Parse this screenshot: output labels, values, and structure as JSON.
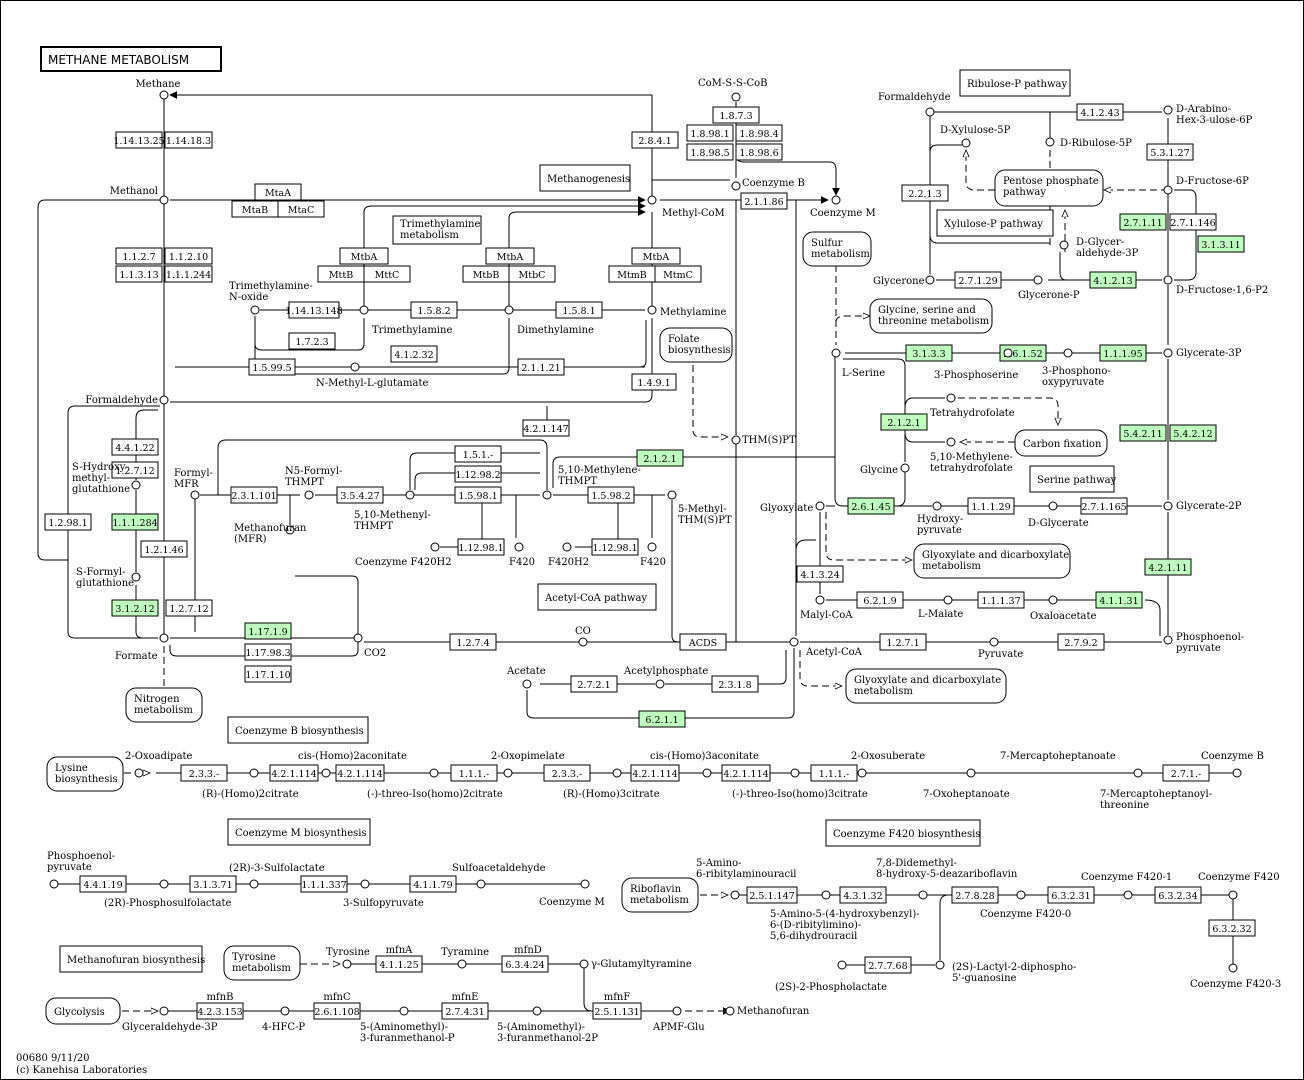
{
  "title": "METHANE METABOLISM",
  "footer": {
    "id_date": "00680 9/11/20",
    "copyright": "(c) Kanehisa Laboratories"
  },
  "colors": {
    "highlight": "#bfffbf",
    "plain": "#ffffff",
    "line": "#000000"
  },
  "section_labels": [
    "Methanogenesis",
    "Trimethylamine metabolism",
    "Ribulose-P pathway",
    "Xylulose-P pathway",
    "Serine pathway",
    "Acetyl-CoA pathway",
    "Coenzyme B biosynthesis",
    "Coenzyme M biosynthesis",
    "Coenzyme F420 biosynthesis",
    "Methanofuran biosynthesis"
  ],
  "maps": [
    "Folate biosynthesis",
    "Sulfur metabolism",
    "Pentose phosphate pathway",
    "Glycine, serine and threonine metabolism",
    "Carbon fixation",
    "Glyoxylate and dicarboxylate metabolism",
    "Glyoxylate and dicarboxylate metabolism",
    "Nitrogen metabolism",
    "Lysine biosynthesis",
    "Riboflavin metabolism",
    "Tyrosine metabolism",
    "Glycolysis"
  ],
  "compounds": [
    "Methane",
    "Methanol",
    "Formaldehyde",
    "S-Hydroxy-methyl-glutathione",
    "S-Formyl-glutathione",
    "Formate",
    "CO2",
    "Formyl-MFR",
    "Methanofuran (MFR)",
    "N5-Formyl-THMPT",
    "5,10-Methenyl-THMPT",
    "5,10-Methylene-THMPT",
    "5-Methyl-THM(S)PT",
    "THM(S)PT",
    "Coenzyme F420H2",
    "F420",
    "F420H2",
    "F420",
    "CO",
    "Acetate",
    "Acetylphosphate",
    "Acetyl-CoA",
    "Trimethylamine-N-oxide",
    "Trimethylamine",
    "Dimethylamine",
    "Methylamine",
    "N-Methyl-L-glutamate",
    "Methyl-CoM",
    "CoM-S-S-CoB",
    "Coenzyme B",
    "Coenzyme M",
    "Formaldehyde",
    "D-Arabino-Hex-3-ulose-6P",
    "D-Xylulose-5P",
    "D-Ribulose-5P",
    "D-Fructose-6P",
    "D-Glycer-aldehyde-3P",
    "Glycerone",
    "Glycerone-P",
    "D-Fructose-1,6-P2",
    "L-Serine",
    "3-Phosphoserine",
    "3-Phosphono-oxypyruvate",
    "Glycerate-3P",
    "Tetrahydrofolate",
    "5,10-Methylene-tetrahydrofolate",
    "Glycine",
    "Glyoxylate",
    "Hydroxy-pyruvate",
    "D-Glycerate",
    "Glycerate-2P",
    "Malyl-CoA",
    "L-Malate",
    "Oxaloacetate",
    "Phosphoenol-pyruvate",
    "Pyruvate",
    "2-Oxoadipate",
    "(R)-(Homo)2citrate",
    "cis-(Homo)2aconitate",
    "(-)-threo-Iso(homo)2citrate",
    "2-Oxopimelate",
    "(R)-(Homo)3citrate",
    "cis-(Homo)3aconitate",
    "(-)-threo-Iso(homo)3citrate",
    "2-Oxosuberate",
    "7-Oxoheptanoate",
    "7-Mercaptoheptanoate",
    "7-Mercaptoheptanoyl-threonine",
    "Coenzyme B",
    "Phosphoenol-pyruvate",
    "(2R)-Phosphosulfolactate",
    "(2R)-3-Sulfolactate",
    "3-Sulfopyruvate",
    "Sulfoacetaldehyde",
    "Coenzyme M",
    "5-Amino-6-ribitylaminouracil",
    "5-Amino-5-(4-hydroxybenzyl)-6-(D-ribitylimino)-5,6-dihydrouracil",
    "7,8-Didemethyl-8-hydroxy-5-deazariboflavin",
    "Coenzyme F420-0",
    "Coenzyme F420-1",
    "Coenzyme F420",
    "Coenzyme F420-3",
    "(2S)-2-Phospholactate",
    "(2S)-Lactyl-2-diphospho-5'-guanosine",
    "Tyrosine",
    "Tyramine",
    "γ-Glutamyltyramine",
    "Glyceraldehyde-3P",
    "4-HFC-P",
    "5-(Aminomethyl)-3-furanmethanol-P",
    "5-(Aminomethyl)-3-furanmethanol-2P",
    "APMF-Glu",
    "Methanofuran"
  ],
  "enzymes": [
    {
      "id": "1.14.13.25",
      "hl": false
    },
    {
      "id": "1.14.18.3",
      "hl": false
    },
    {
      "id": "1.1.2.7",
      "hl": false
    },
    {
      "id": "1.1.2.10",
      "hl": false
    },
    {
      "id": "1.1.3.13",
      "hl": false
    },
    {
      "id": "1.1.1.244",
      "hl": false
    },
    {
      "id": "MtaA",
      "hl": false
    },
    {
      "id": "MtaB",
      "hl": false
    },
    {
      "id": "MtaC",
      "hl": false
    },
    {
      "id": "MttB",
      "hl": false
    },
    {
      "id": "MttC",
      "hl": false
    },
    {
      "id": "MtbA",
      "hl": false
    },
    {
      "id": "MtbB",
      "hl": false
    },
    {
      "id": "MtbC",
      "hl": false
    },
    {
      "id": "MtbA",
      "hl": false
    },
    {
      "id": "MtmB",
      "hl": false
    },
    {
      "id": "MtmC",
      "hl": false
    },
    {
      "id": "MtbA",
      "hl": false
    },
    {
      "id": "1.14.13.148",
      "hl": false
    },
    {
      "id": "1.5.8.2",
      "hl": false
    },
    {
      "id": "1.5.8.1",
      "hl": false
    },
    {
      "id": "1.7.2.3",
      "hl": false
    },
    {
      "id": "4.1.2.32",
      "hl": false
    },
    {
      "id": "1.5.99.5",
      "hl": false
    },
    {
      "id": "2.1.1.21",
      "hl": false
    },
    {
      "id": "1.4.9.1",
      "hl": false
    },
    {
      "id": "2.8.4.1",
      "hl": false
    },
    {
      "id": "1.8.7.3",
      "hl": false
    },
    {
      "id": "1.8.98.1",
      "hl": false
    },
    {
      "id": "1.8.98.4",
      "hl": false
    },
    {
      "id": "1.8.98.5",
      "hl": false
    },
    {
      "id": "1.8.98.6",
      "hl": false
    },
    {
      "id": "2.1.1.86",
      "hl": false
    },
    {
      "id": "4.4.1.22",
      "hl": false
    },
    {
      "id": "1.1.1.284",
      "hl": true
    },
    {
      "id": "1.2.98.1",
      "hl": false
    },
    {
      "id": "1.2.1.46",
      "hl": false
    },
    {
      "id": "3.1.2.12",
      "hl": true
    },
    {
      "id": "1.2.7.12",
      "hl": false
    },
    {
      "id": "1.2.7.12",
      "hl": false
    },
    {
      "id": "1.17.1.9",
      "hl": true
    },
    {
      "id": "1.17.98.3",
      "hl": false
    },
    {
      "id": "1.17.1.10",
      "hl": false
    },
    {
      "id": "2.3.1.101",
      "hl": false
    },
    {
      "id": "3.5.4.27",
      "hl": false
    },
    {
      "id": "4.2.1.147",
      "hl": false
    },
    {
      "id": "1.5.1.-",
      "hl": false
    },
    {
      "id": "1.12.98.2",
      "hl": false
    },
    {
      "id": "1.5.98.1",
      "hl": false
    },
    {
      "id": "1.5.98.2",
      "hl": false
    },
    {
      "id": "1.12.98.1",
      "hl": false
    },
    {
      "id": "1.12.98.1",
      "hl": false
    },
    {
      "id": "2.1.2.1",
      "hl": true
    },
    {
      "id": "1.2.7.4",
      "hl": false
    },
    {
      "id": "ACDS",
      "hl": false
    },
    {
      "id": "2.7.2.1",
      "hl": false
    },
    {
      "id": "2.3.1.8",
      "hl": false
    },
    {
      "id": "6.2.1.1",
      "hl": true
    },
    {
      "id": "4.1.2.43",
      "hl": false
    },
    {
      "id": "5.3.1.27",
      "hl": false
    },
    {
      "id": "2.2.1.3",
      "hl": false
    },
    {
      "id": "2.7.1.11",
      "hl": true
    },
    {
      "id": "2.7.1.146",
      "hl": false
    },
    {
      "id": "3.1.3.11",
      "hl": true
    },
    {
      "id": "2.7.1.29",
      "hl": false
    },
    {
      "id": "4.1.2.13",
      "hl": true
    },
    {
      "id": "3.1.3.3",
      "hl": true
    },
    {
      "id": "2.6.1.52",
      "hl": true
    },
    {
      "id": "1.1.1.95",
      "hl": true
    },
    {
      "id": "2.1.2.1",
      "hl": true
    },
    {
      "id": "5.4.2.11",
      "hl": true
    },
    {
      "id": "5.4.2.12",
      "hl": true
    },
    {
      "id": "2.6.1.45",
      "hl": true
    },
    {
      "id": "1.1.1.29",
      "hl": false
    },
    {
      "id": "2.7.1.165",
      "hl": false
    },
    {
      "id": "4.1.3.24",
      "hl": false
    },
    {
      "id": "6.2.1.9",
      "hl": false
    },
    {
      "id": "1.1.1.37",
      "hl": false
    },
    {
      "id": "4.1.1.31",
      "hl": true
    },
    {
      "id": "4.2.1.11",
      "hl": true
    },
    {
      "id": "1.2.7.1",
      "hl": false
    },
    {
      "id": "2.7.9.2",
      "hl": false
    },
    {
      "id": "2.3.3.-",
      "hl": false
    },
    {
      "id": "4.2.1.114",
      "hl": false
    },
    {
      "id": "4.2.1.114",
      "hl": false
    },
    {
      "id": "1.1.1.-",
      "hl": false
    },
    {
      "id": "2.3.3.-",
      "hl": false
    },
    {
      "id": "4.2.1.114",
      "hl": false
    },
    {
      "id": "4.2.1.114",
      "hl": false
    },
    {
      "id": "1.1.1.-",
      "hl": false
    },
    {
      "id": "2.7.1.-",
      "hl": false
    },
    {
      "id": "4.4.1.19",
      "hl": false
    },
    {
      "id": "3.1.3.71",
      "hl": false
    },
    {
      "id": "1.1.1.337",
      "hl": false
    },
    {
      "id": "4.1.1.79",
      "hl": false
    },
    {
      "id": "2.5.1.147",
      "hl": false
    },
    {
      "id": "4.3.1.32",
      "hl": false
    },
    {
      "id": "2.7.8.28",
      "hl": false
    },
    {
      "id": "6.3.2.31",
      "hl": false
    },
    {
      "id": "6.3.2.34",
      "hl": false
    },
    {
      "id": "6.3.2.32",
      "hl": false
    },
    {
      "id": "2.7.7.68",
      "hl": false
    },
    {
      "id": "4.1.1.25",
      "hl": false
    },
    {
      "id": "6.3.4.24",
      "hl": false
    },
    {
      "id": "4.2.3.153",
      "hl": false
    },
    {
      "id": "2.6.1.108",
      "hl": false
    },
    {
      "id": "2.7.4.31",
      "hl": false
    },
    {
      "id": "2.5.1.131",
      "hl": false
    }
  ],
  "gene_labels": [
    "mfnA",
    "mfnD",
    "mfnB",
    "mfnC",
    "mfnE",
    "mfnF"
  ]
}
